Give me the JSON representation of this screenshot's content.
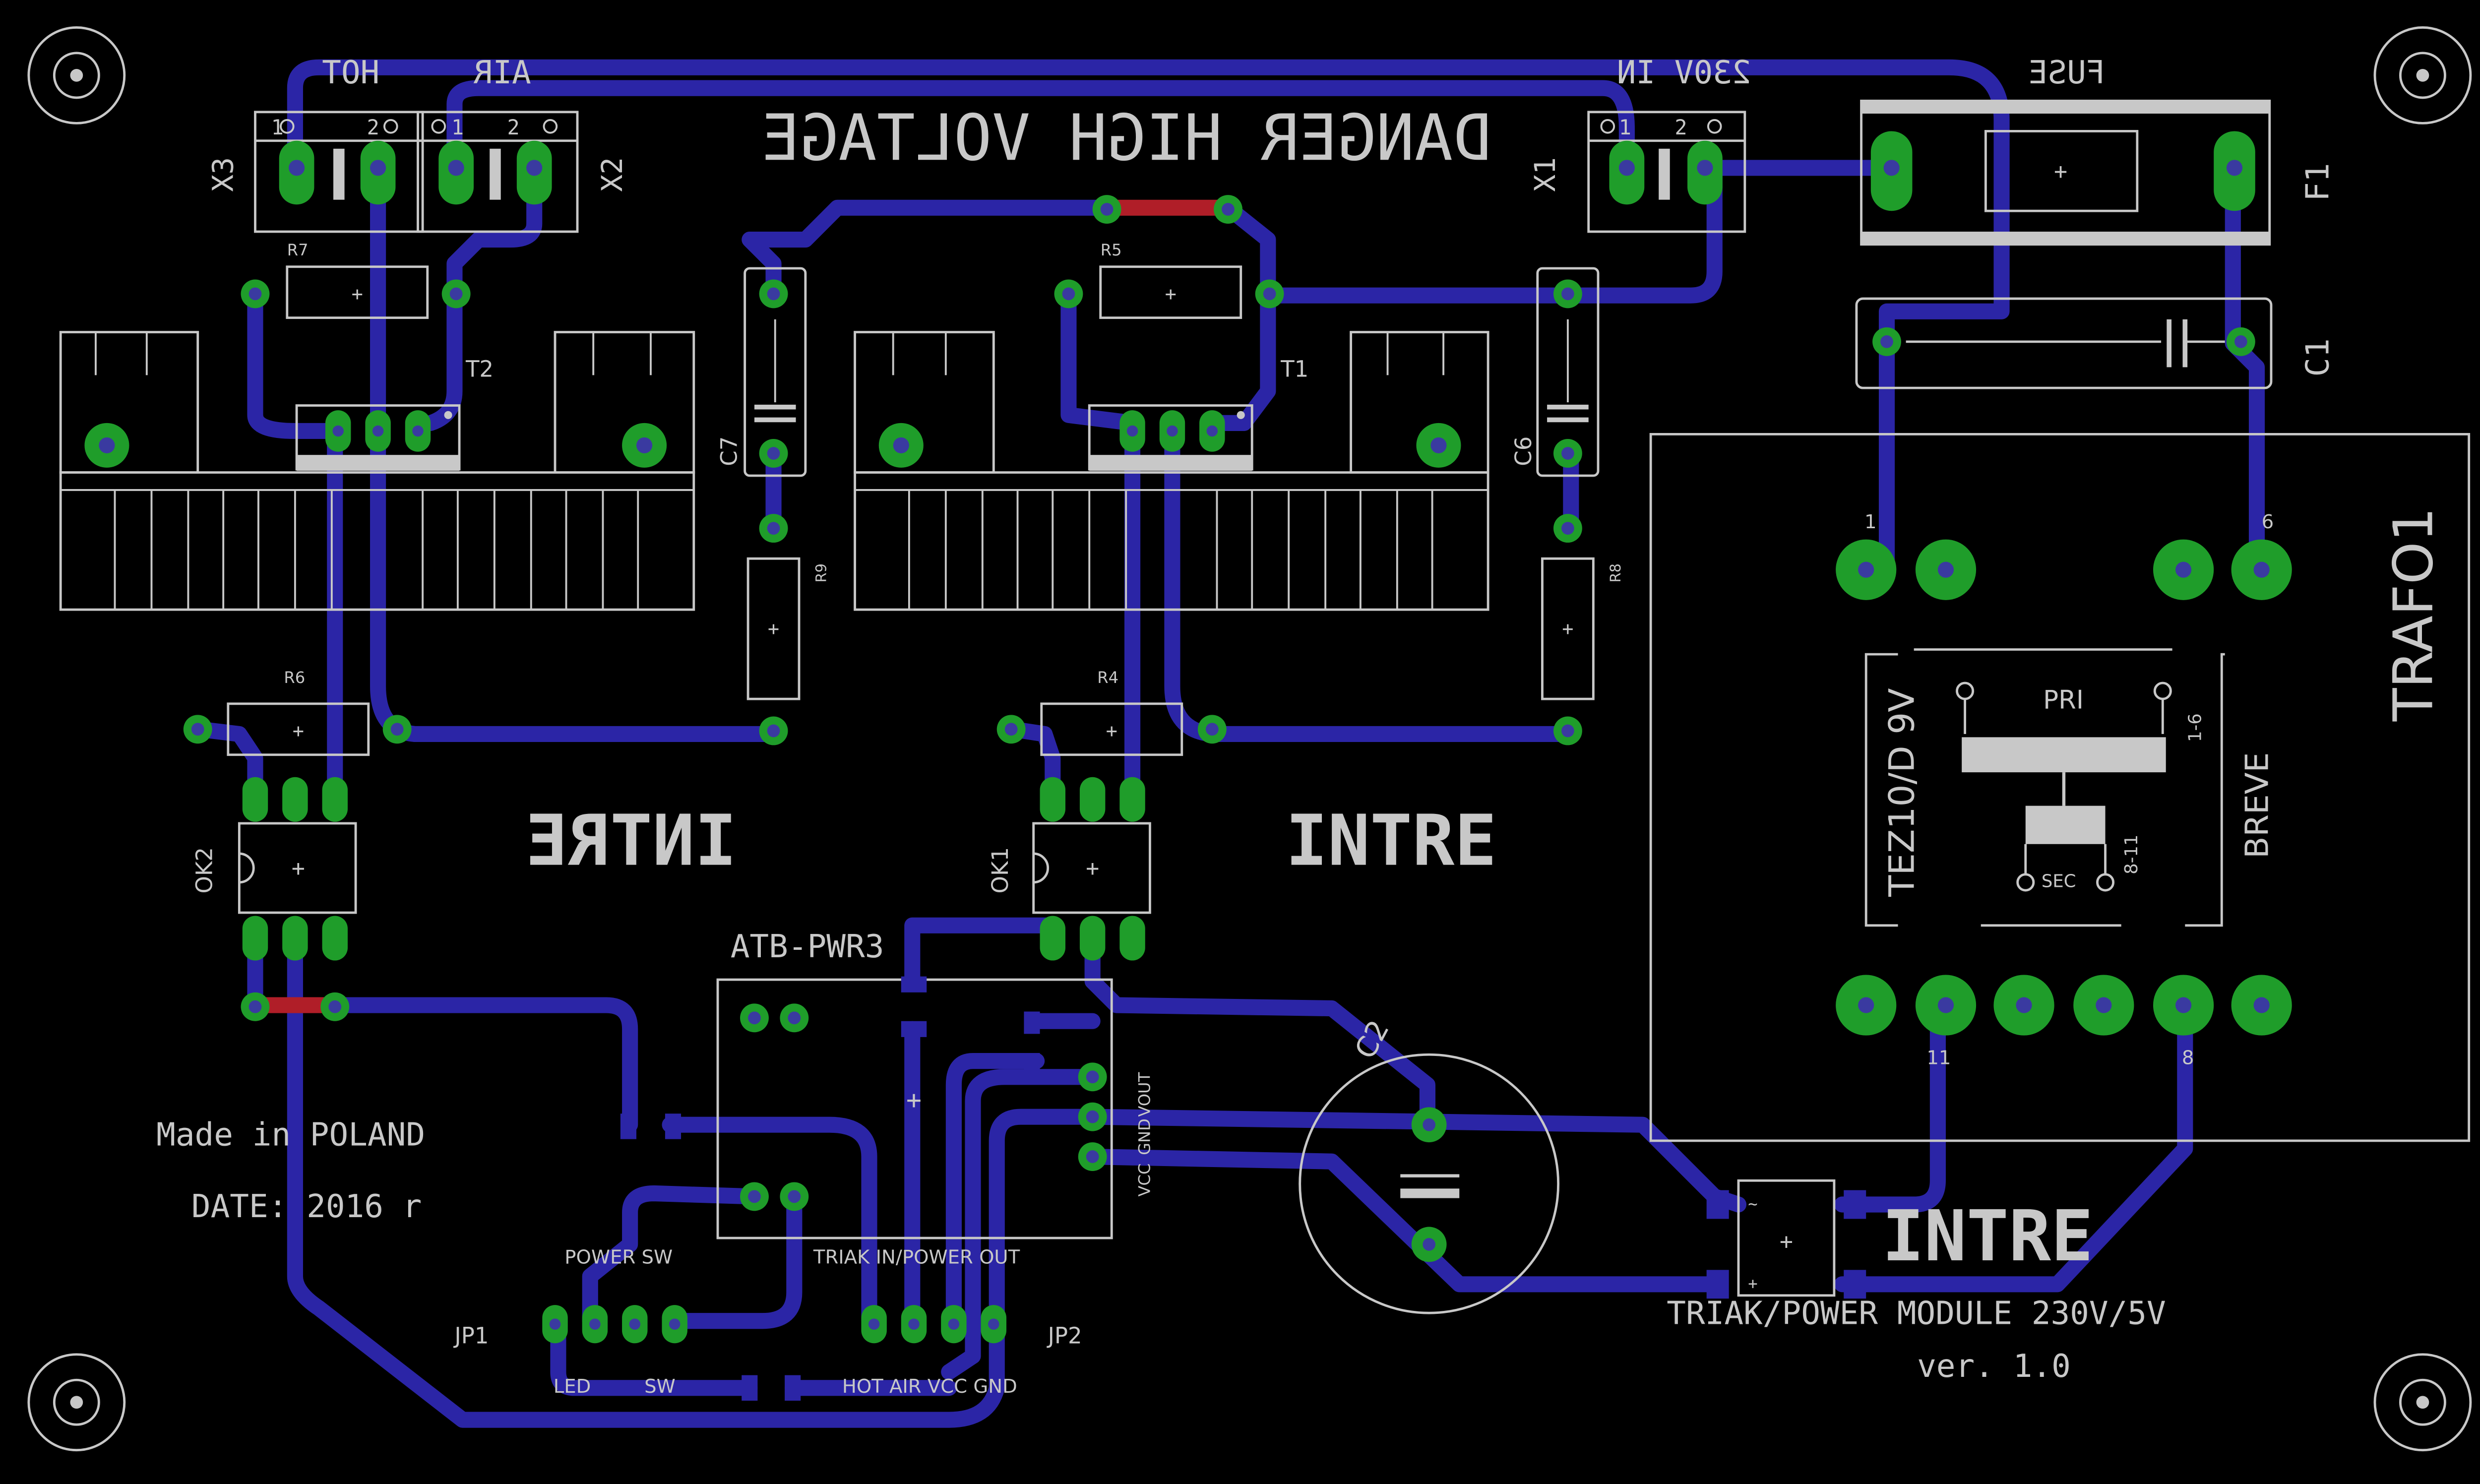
{
  "labels": {
    "hot": "HOT",
    "air": "AIR",
    "mains_in": "230V IN",
    "fuse": "FUSE",
    "danger": "DANGER HIGH VOLTAGE",
    "x1": "X1",
    "x2": "X2",
    "x3": "X3",
    "f1": "F1",
    "c1": "C1",
    "c2": "C2",
    "c6": "C6",
    "c7": "C7",
    "r4": "R4",
    "r5": "R5",
    "r6": "R6",
    "r7": "R7",
    "r8": "R8",
    "r9": "R9",
    "t1": "T1",
    "t2": "T2",
    "ok1": "OK1",
    "ok2": "OK2",
    "trafo": "TRAFO1",
    "trafo_model": "TEZ10/D 9V",
    "breve": "BREVE",
    "pri": "PRI",
    "sec": "SEC",
    "pins16": "1-6",
    "pins811": "8-11",
    "pin1": "1",
    "pin6": "6",
    "pin11": "11",
    "pin8": "8",
    "intre_mirror": "INTRE",
    "intre1": "INTRE",
    "intre2": "INTRE",
    "atb": "ATB-PWR3",
    "vout": "VOUT",
    "gnd": "GND",
    "vcc": "VCC",
    "made": "Made in POLAND",
    "date": "DATE: 2016 r",
    "power_sw": "POWER SW",
    "triak_in": "TRIAK IN/POWER OUT",
    "jp1": "JP1",
    "jp2": "JP2",
    "led": "LED",
    "sw": "SW",
    "jp2_pins": "HOT AIR VCC GND",
    "module": "TRIAK/POWER MODULE 230V/5V",
    "ver": "ver. 1.0",
    "term1": "1",
    "term2": "2"
  },
  "colors": {
    "board": "#000000",
    "silkscreen": "#c8c8c8",
    "bottom_copper": "#2b25a6",
    "top_copper": "#b01e28",
    "pad": "#1f9d2a"
  }
}
